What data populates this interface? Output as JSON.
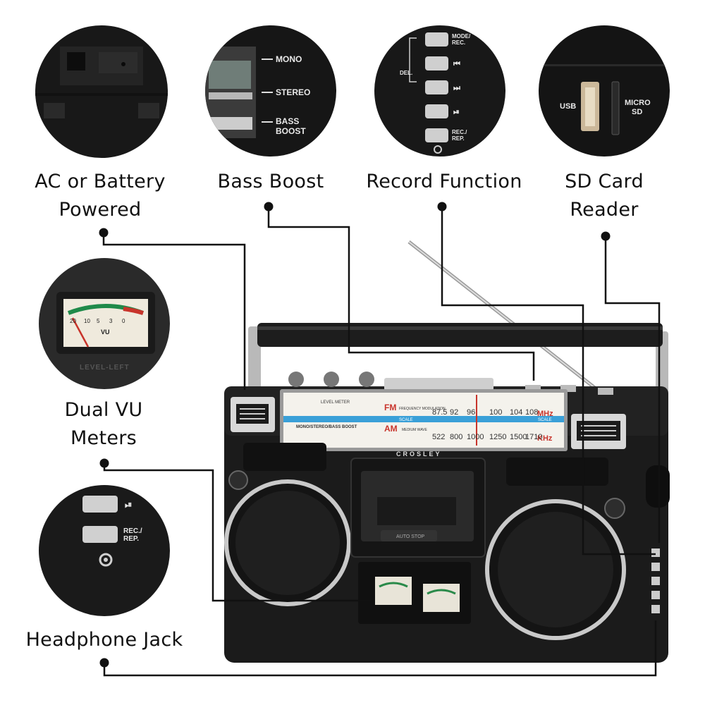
{
  "features": [
    {
      "id": "power",
      "lines": [
        "AC or Battery",
        "Powered"
      ]
    },
    {
      "id": "bass",
      "lines": [
        "Bass Boost"
      ]
    },
    {
      "id": "record",
      "lines": [
        "Record Function"
      ]
    },
    {
      "id": "sd",
      "lines": [
        "SD Card",
        "Reader"
      ]
    },
    {
      "id": "vu",
      "lines": [
        "Dual VU",
        "Meters"
      ]
    },
    {
      "id": "headphone",
      "lines": [
        "Headphone Jack"
      ]
    }
  ],
  "bass_switch": {
    "mono": "MONO",
    "stereo": "STEREO",
    "bass1": "BASS",
    "bass2": "BOOST"
  },
  "record_buttons": {
    "mode1": "MODE/",
    "mode2": "REC.",
    "del": "DEL.",
    "rec1": "REC./",
    "rec2": "REP.",
    "prev": "⏮",
    "next": "⏭",
    "play": "⏯"
  },
  "sd_panel": {
    "usb": "USB",
    "micro1": "MICRO",
    "micro2": "SD"
  },
  "vu_meter": {
    "label": "VU",
    "caption": "LEVEL-LEFT",
    "scale": [
      "20",
      "10",
      "5",
      "3",
      "0"
    ]
  },
  "headphone_panel": {
    "play": "⏯",
    "rec1": "REC./",
    "rec2": "REP."
  },
  "radio": {
    "brand": "CROSLEY",
    "fm_band": "FM",
    "am_band": "AM",
    "fm_unit": "MHz",
    "am_unit": "KHz",
    "fm_caption": "FREQUENCY MODULATION",
    "am_caption": "MEDIUM WAVE",
    "level_meter": "LEVEL METER",
    "mode_text": "MONO/STEREO/BASS BOOST",
    "scale_word": "SCALE",
    "fm_ticks": [
      "87.5",
      "92",
      "96",
      "100",
      "104",
      "108"
    ],
    "am_ticks": [
      "522",
      "800",
      "1000",
      "1250",
      "1500",
      "1710"
    ],
    "cassette_stop": "AUTO STOP"
  },
  "colors": {
    "accent_red": "#c8342b",
    "dial_blue": "#3aa0d8",
    "body": "#1b1b1b"
  }
}
